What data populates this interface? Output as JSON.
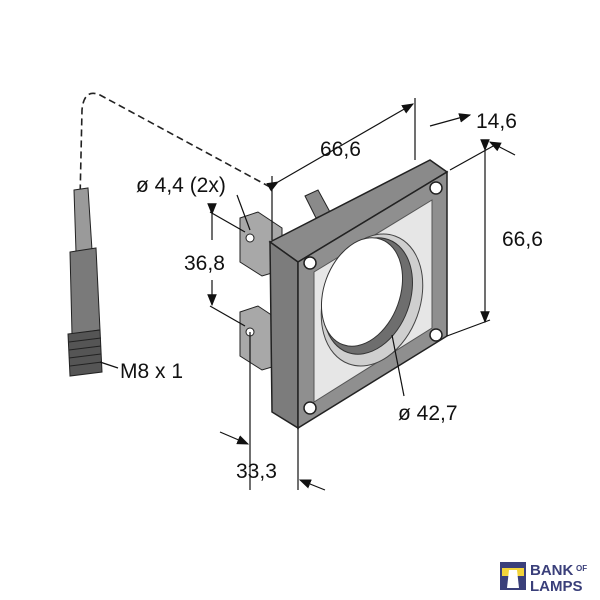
{
  "dimensions": {
    "width_top": "66,6",
    "depth": "14,6",
    "height_right": "66,6",
    "hole_diameter": "ø 4,4 (2x)",
    "hole_spacing": "36,8",
    "ring_diameter": "ø 42,7",
    "bracket_offset": "33,3",
    "connector": "M8 x 1"
  },
  "logo": {
    "line1": "BANK",
    "of": "OF",
    "line2": "LAMPS"
  },
  "colors": {
    "frame": "#8a8a8a",
    "face": "#e4e4e4",
    "logo": "#3a3f7a",
    "logo_accent": "#f2d33a"
  }
}
